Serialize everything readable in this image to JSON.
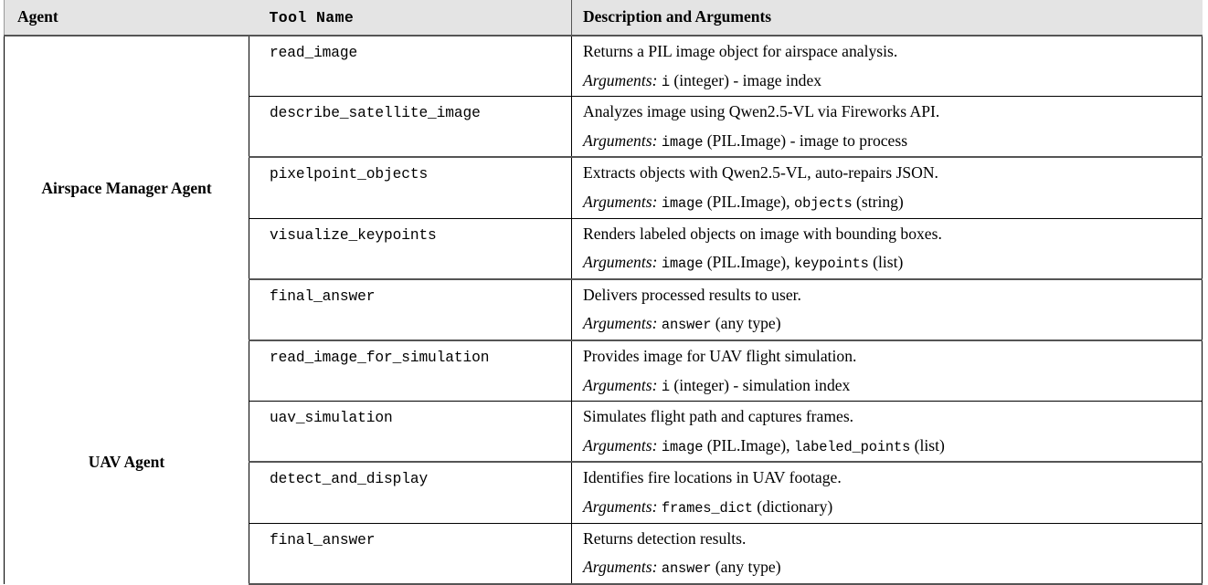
{
  "table": {
    "headers": {
      "agent": "Agent",
      "tool_name": "Tool Name",
      "description": "Description and Arguments"
    },
    "groups": [
      {
        "agent": "Airspace Manager Agent",
        "tools": [
          {
            "name": "read_image",
            "description": "Returns a PIL image object for airspace analysis.",
            "args_label": "Arguments:",
            "args_parts": [
              {
                "text": "i",
                "style": "mono"
              },
              {
                "text": "(integer) - image index",
                "style": "serif"
              }
            ]
          },
          {
            "name": "describe_satellite_image",
            "description": "Analyzes image using Qwen2.5-VL via Fireworks API.",
            "args_label": "Arguments:",
            "args_parts": [
              {
                "text": "image",
                "style": "mono"
              },
              {
                "text": "(PIL.Image) - image to process",
                "style": "serif"
              }
            ]
          },
          {
            "name": "pixelpoint_objects",
            "description": "Extracts objects with Qwen2.5-VL, auto-repairs JSON.",
            "args_label": "Arguments:",
            "args_parts": [
              {
                "text": "image",
                "style": "mono"
              },
              {
                "text": "(PIL.Image),",
                "style": "serif"
              },
              {
                "text": "objects",
                "style": "mono"
              },
              {
                "text": "(string)",
                "style": "serif"
              }
            ]
          },
          {
            "name": "visualize_keypoints",
            "description": "Renders labeled objects on image with bounding boxes.",
            "args_label": "Arguments:",
            "args_parts": [
              {
                "text": "image",
                "style": "mono"
              },
              {
                "text": "(PIL.Image),",
                "style": "serif"
              },
              {
                "text": "keypoints",
                "style": "mono"
              },
              {
                "text": "(list)",
                "style": "serif"
              }
            ]
          },
          {
            "name": "final_answer",
            "description": "Delivers processed results to user.",
            "args_label": "Arguments:",
            "args_parts": [
              {
                "text": "answer",
                "style": "mono"
              },
              {
                "text": "(any type)",
                "style": "serif"
              }
            ]
          }
        ]
      },
      {
        "agent": "UAV Agent",
        "tools": [
          {
            "name": "read_image_for_simulation",
            "description": "Provides image for UAV flight simulation.",
            "args_label": "Arguments:",
            "args_parts": [
              {
                "text": "i",
                "style": "mono"
              },
              {
                "text": "(integer) - simulation index",
                "style": "serif"
              }
            ]
          },
          {
            "name": "uav_simulation",
            "description": "Simulates flight path and captures frames.",
            "args_label": "Arguments:",
            "args_parts": [
              {
                "text": "image",
                "style": "mono"
              },
              {
                "text": "(PIL.Image),",
                "style": "serif"
              },
              {
                "text": "labeled_points",
                "style": "mono"
              },
              {
                "text": "(list)",
                "style": "serif"
              }
            ]
          },
          {
            "name": "detect_and_display",
            "description": "Identifies fire locations in UAV footage.",
            "args_label": "Arguments:",
            "args_parts": [
              {
                "text": "frames_dict",
                "style": "mono"
              },
              {
                "text": "(dictionary)",
                "style": "serif"
              }
            ]
          },
          {
            "name": "final_answer",
            "description": "Returns detection results.",
            "args_label": "Arguments:",
            "args_parts": [
              {
                "text": "answer",
                "style": "mono"
              },
              {
                "text": "(any type)",
                "style": "serif"
              }
            ]
          }
        ]
      }
    ],
    "colors": {
      "header_background": "#e4e4e4",
      "rule": "#555555",
      "cell_border": "#000000",
      "text": "#000000"
    }
  }
}
